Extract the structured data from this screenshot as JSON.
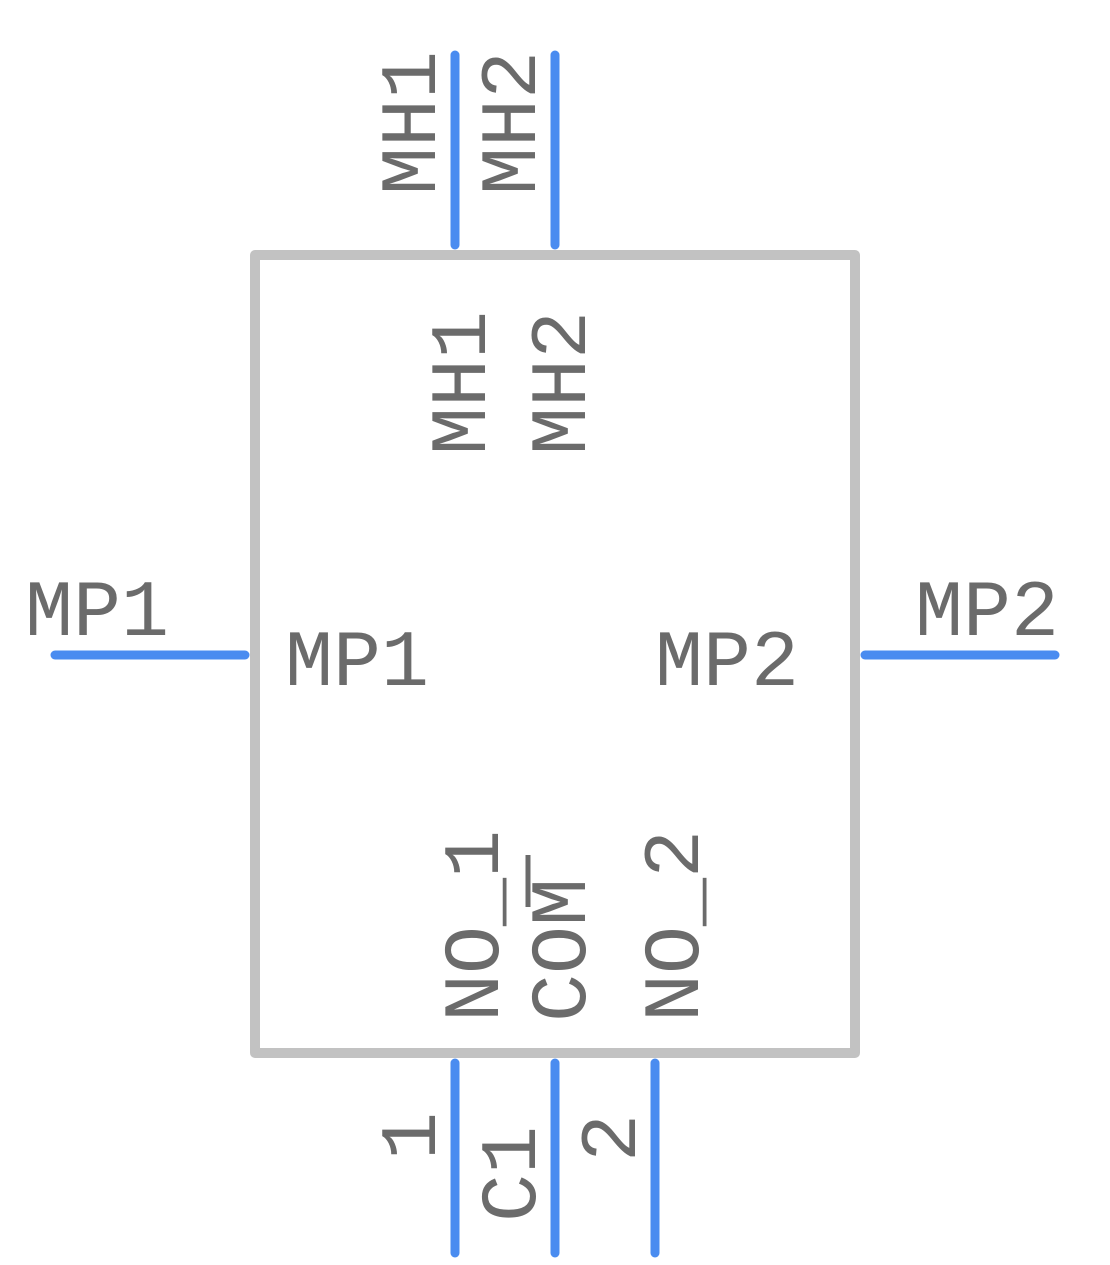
{
  "component": {
    "pins": {
      "mh1": {
        "number": "MH1",
        "name": "MH1"
      },
      "mh2": {
        "number": "MH2",
        "name": "MH2"
      },
      "mp1": {
        "number": "MP1",
        "name": "MP1"
      },
      "mp2": {
        "number": "MP2",
        "name": "MP2"
      },
      "no1": {
        "number": "1",
        "name": "NO_1"
      },
      "com": {
        "number": "C1",
        "name": "COM"
      },
      "no2": {
        "number": "2",
        "name": "NO_2"
      }
    }
  },
  "colors": {
    "pin_line": "#4a8cf0",
    "body_outline": "#c2c2c2",
    "text": "#6b6b6b",
    "background": "#ffffff"
  }
}
